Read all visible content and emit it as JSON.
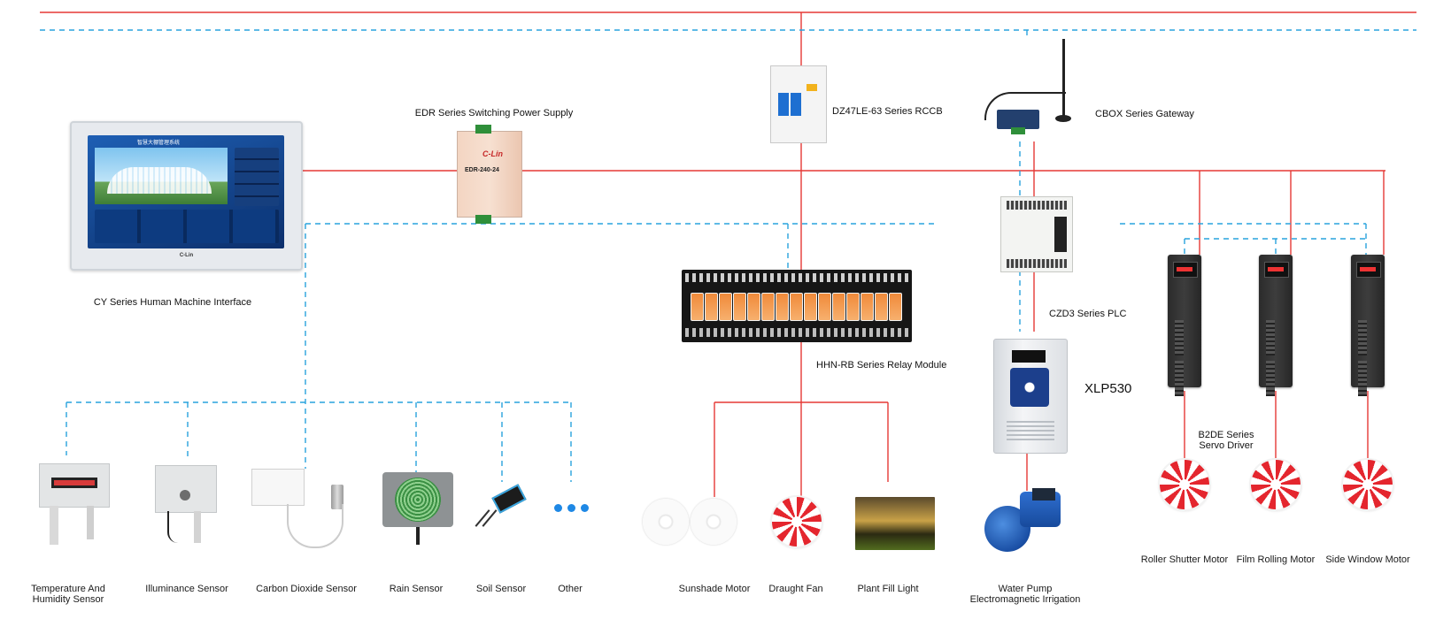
{
  "diagram": {
    "components": {
      "hmi": "CY Series Human Machine Interface",
      "power_supply": "EDR Series Switching Power Supply",
      "psu_model": "EDR-240-24",
      "psu_brand": "C-Lin",
      "rccb": "DZ47LE-63 Series RCCB",
      "gateway": "CBOX Series Gateway",
      "plc": "CZD3 Series PLC",
      "relay": "HHN-RB Series Relay Module",
      "inverter": "XLP530",
      "servo_driver": "B2DE Series\nServo Driver",
      "hmi_brand": "C-Lin",
      "hmi_screen_title": "智慧大棚管理系统"
    },
    "sensors": [
      {
        "label": "Temperature And\nHumidity Sensor"
      },
      {
        "label": "Illuminance Sensor"
      },
      {
        "label": "Carbon Dioxide Sensor"
      },
      {
        "label": "Rain Sensor"
      },
      {
        "label": "Soil Sensor"
      },
      {
        "label": "Other"
      }
    ],
    "actuators": [
      {
        "label": "Sunshade Motor"
      },
      {
        "label": "Draught Fan"
      },
      {
        "label": "Plant Fill Light"
      },
      {
        "label": "Water Pump\nElectromagnetic Irrigation"
      }
    ],
    "motors": [
      {
        "label": "Roller Shutter Motor"
      },
      {
        "label": "Film Rolling Motor"
      },
      {
        "label": "Side Window Motor"
      }
    ],
    "colors": {
      "power_line": "#e53935",
      "signal_line": "#29a3dd",
      "fan_red": "#e4262e",
      "screen_blue": "#1e5fb4"
    }
  }
}
